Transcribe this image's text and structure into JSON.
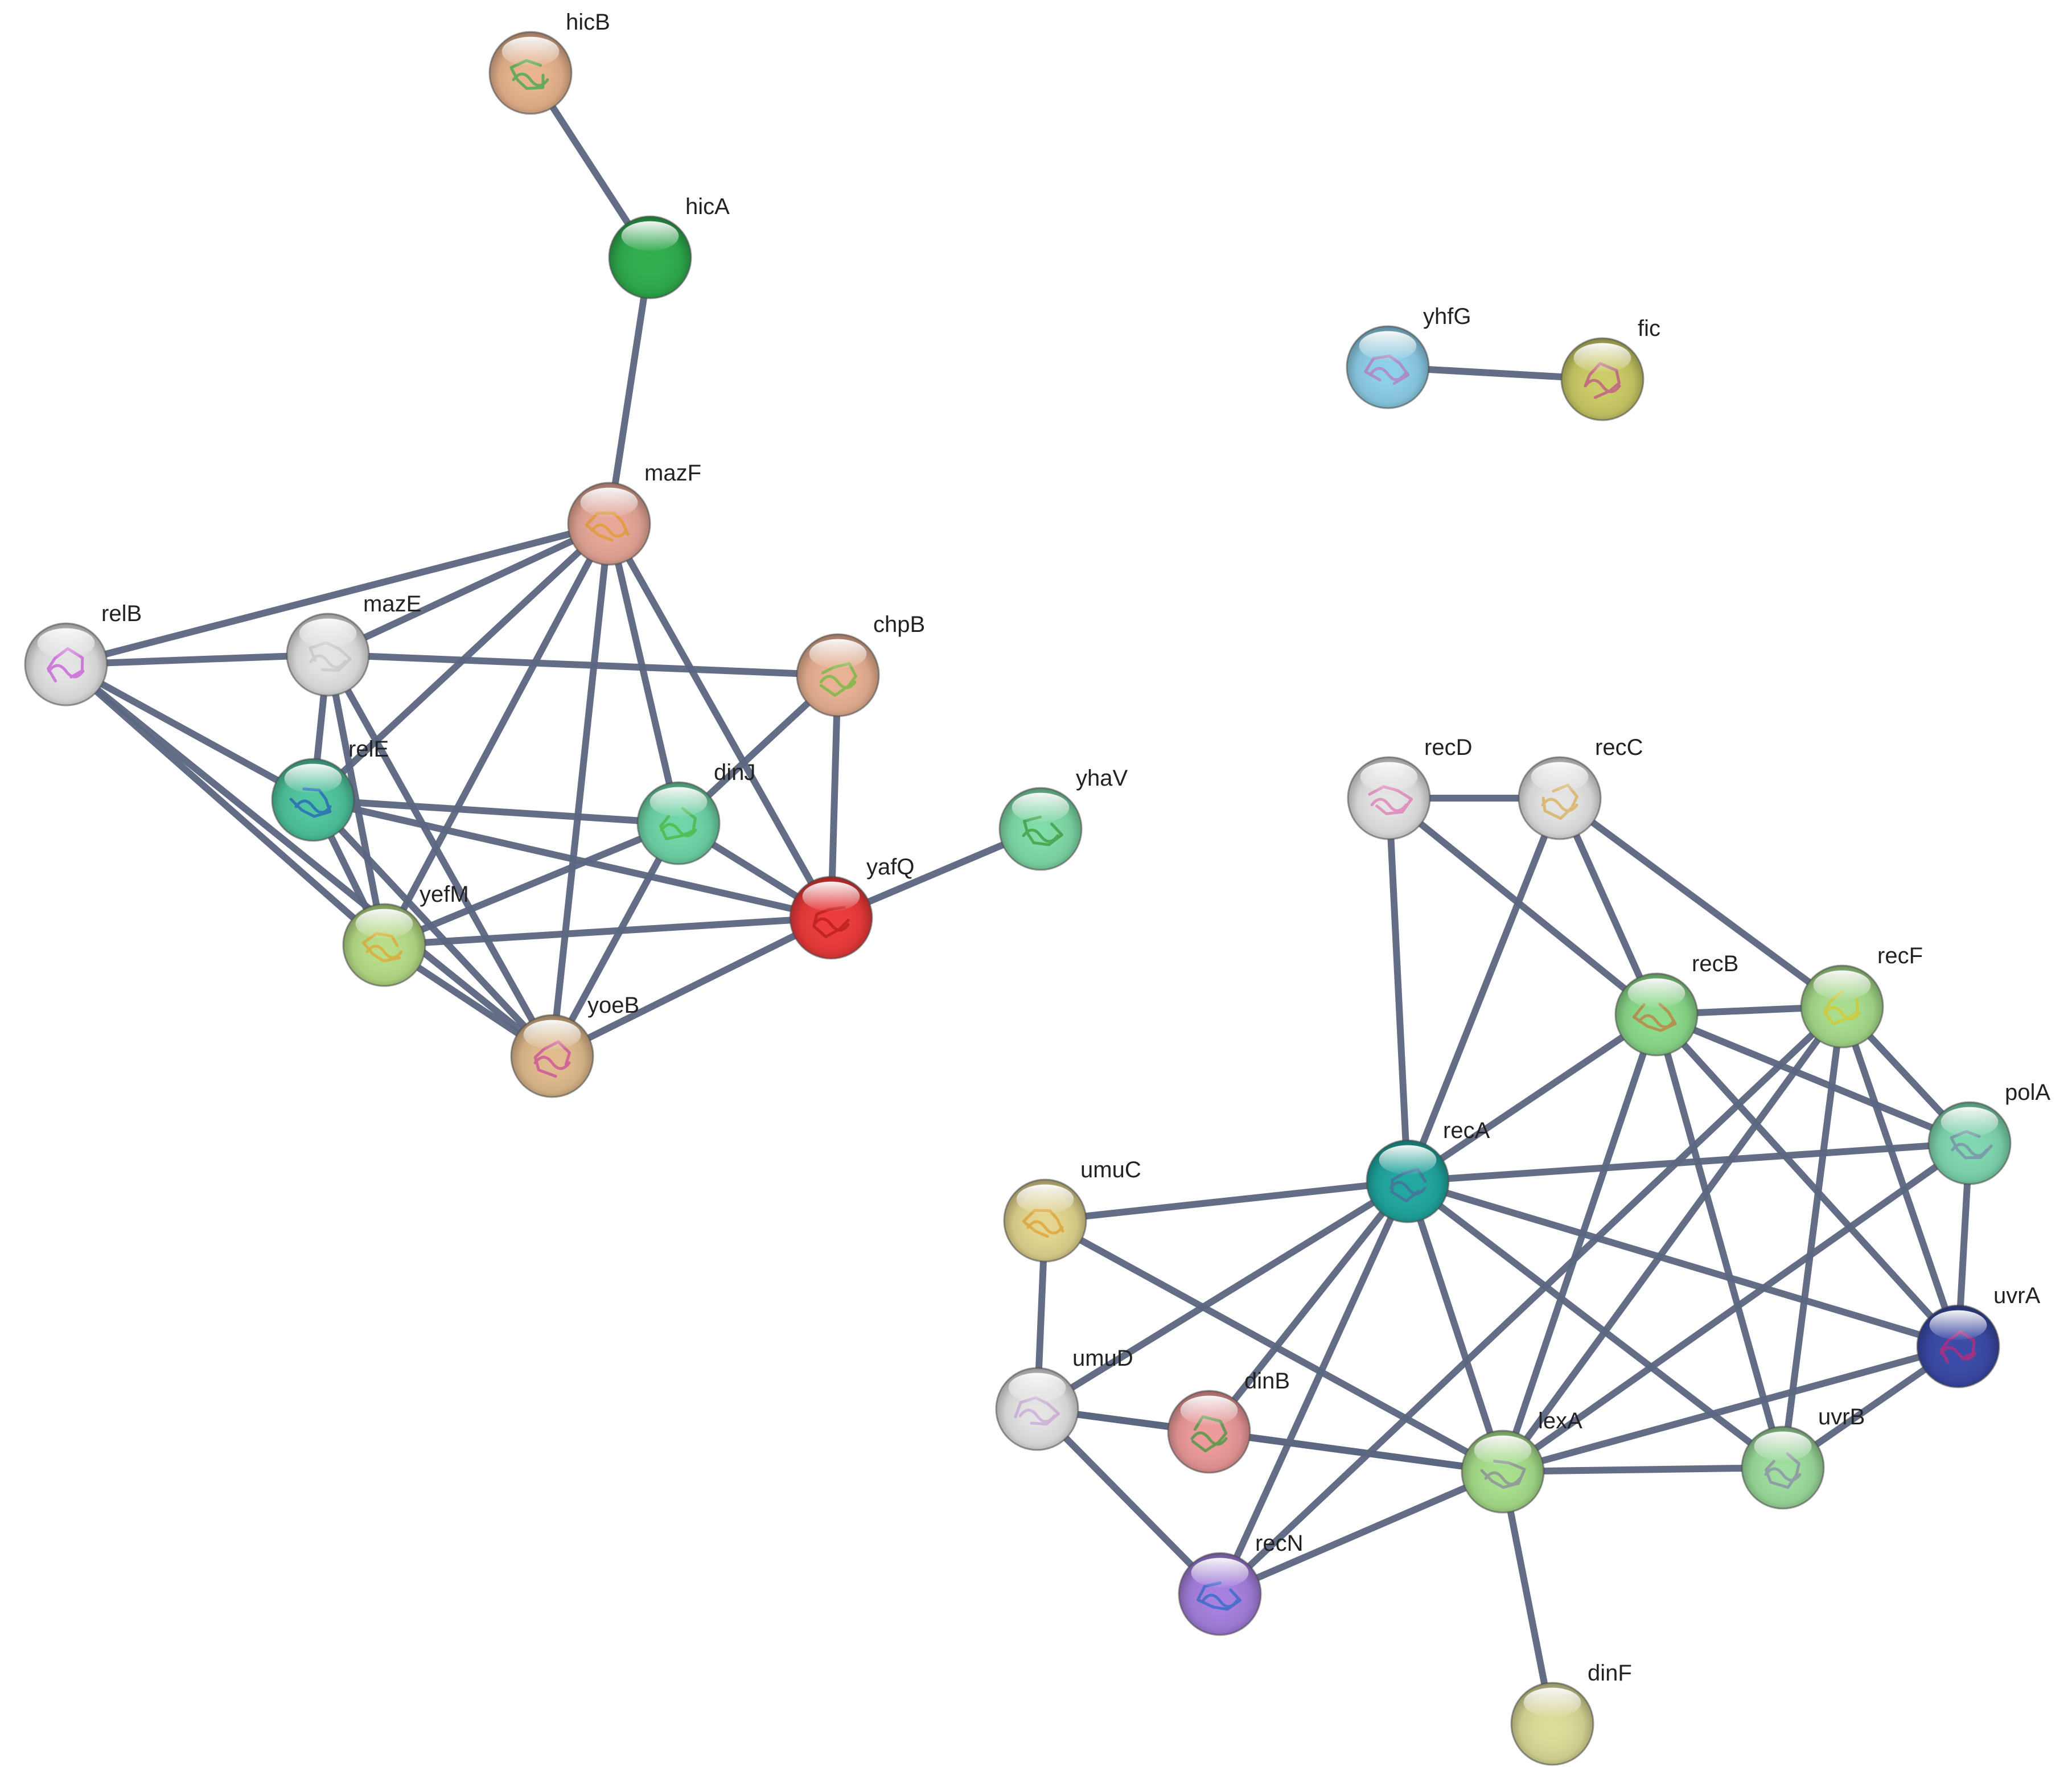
{
  "network": {
    "nodes": [
      {
        "id": "hicB",
        "label": "hicB",
        "color": "#e9b48e",
        "structure": "#3aa84a"
      },
      {
        "id": "hicA",
        "label": "hicA",
        "color": "#2fae4e",
        "structure": ""
      },
      {
        "id": "mazF",
        "label": "mazF",
        "color": "#e8a898",
        "structure": "#e39a2c"
      },
      {
        "id": "relB",
        "label": "relB",
        "color": "#e4e4e4",
        "structure": "#cc55dd"
      },
      {
        "id": "mazE",
        "label": "mazE",
        "color": "#e4e4e4",
        "structure": "#c8c8c8"
      },
      {
        "id": "chpB",
        "label": "chpB",
        "color": "#eab293",
        "structure": "#6dbb3a"
      },
      {
        "id": "relE",
        "label": "relE",
        "color": "#4fc6a0",
        "structure": "#1f5fb8"
      },
      {
        "id": "dinJ",
        "label": "dinJ",
        "color": "#6fd6a8",
        "structure": "#46b83a"
      },
      {
        "id": "yhaV",
        "label": "yhaV",
        "color": "#7fdca8",
        "structure": "#3a9a3a"
      },
      {
        "id": "yafQ",
        "label": "yafQ",
        "color": "#ee3a3a",
        "structure": "#b81818"
      },
      {
        "id": "yefM",
        "label": "yefM",
        "color": "#b8de88",
        "structure": "#e3a62c"
      },
      {
        "id": "yoeB",
        "label": "yoeB",
        "color": "#e2bc8e",
        "structure": "#cc4a9a"
      },
      {
        "id": "yhfG",
        "label": "yhfG",
        "color": "#8ed0ea",
        "structure": "#b87ac0"
      },
      {
        "id": "fic",
        "label": "fic",
        "color": "#cccc66",
        "structure": "#c0508a"
      },
      {
        "id": "recD",
        "label": "recD",
        "color": "#e4e4e4",
        "structure": "#e07ab8"
      },
      {
        "id": "recC",
        "label": "recC",
        "color": "#e4e4e4",
        "structure": "#d8b050"
      },
      {
        "id": "recB",
        "label": "recB",
        "color": "#8cdc8c",
        "structure": "#c47a3a"
      },
      {
        "id": "recF",
        "label": "recF",
        "color": "#a8de8c",
        "structure": "#d8c82c"
      },
      {
        "id": "polA",
        "label": "polA",
        "color": "#7fd8b0",
        "structure": "#7a8aa8"
      },
      {
        "id": "recA",
        "label": "recA",
        "color": "#1fa8a0",
        "structure": "#4a6a9a"
      },
      {
        "id": "umuC",
        "label": "umuC",
        "color": "#e4d690",
        "structure": "#e0a030"
      },
      {
        "id": "uvrA",
        "label": "uvrA",
        "color": "#3a4aa8",
        "structure": "#c0287a"
      },
      {
        "id": "umuD",
        "label": "umuD",
        "color": "#e4e4e4",
        "structure": "#c8a8d8"
      },
      {
        "id": "dinB",
        "label": "dinB",
        "color": "#ee9a9a",
        "structure": "#3a9a3a"
      },
      {
        "id": "lexA",
        "label": "lexA",
        "color": "#a8e08c",
        "structure": "#8a8a9a"
      },
      {
        "id": "uvrB",
        "label": "uvrB",
        "color": "#9ede9e",
        "structure": "#8a8aa8"
      },
      {
        "id": "recN",
        "label": "recN",
        "color": "#a680e0",
        "structure": "#2a68c8"
      },
      {
        "id": "dinF",
        "label": "dinF",
        "color": "#dcdc98",
        "structure": ""
      }
    ],
    "edges": [
      [
        "hicB",
        "hicA"
      ],
      [
        "hicA",
        "mazF"
      ],
      [
        "mazF",
        "relB"
      ],
      [
        "mazF",
        "mazE"
      ],
      [
        "mazF",
        "relE"
      ],
      [
        "mazF",
        "dinJ"
      ],
      [
        "mazF",
        "yafQ"
      ],
      [
        "mazF",
        "yefM"
      ],
      [
        "mazF",
        "yoeB"
      ],
      [
        "relB",
        "mazE"
      ],
      [
        "relB",
        "relE"
      ],
      [
        "relB",
        "yefM"
      ],
      [
        "relB",
        "yoeB"
      ],
      [
        "mazE",
        "chpB"
      ],
      [
        "mazE",
        "relE"
      ],
      [
        "mazE",
        "yefM"
      ],
      [
        "mazE",
        "yoeB"
      ],
      [
        "chpB",
        "dinJ"
      ],
      [
        "chpB",
        "yafQ"
      ],
      [
        "relE",
        "dinJ"
      ],
      [
        "relE",
        "yafQ"
      ],
      [
        "relE",
        "yefM"
      ],
      [
        "relE",
        "yoeB"
      ],
      [
        "dinJ",
        "yafQ"
      ],
      [
        "dinJ",
        "yefM"
      ],
      [
        "dinJ",
        "yoeB"
      ],
      [
        "yafQ",
        "yhaV"
      ],
      [
        "yafQ",
        "yefM"
      ],
      [
        "yafQ",
        "yoeB"
      ],
      [
        "yefM",
        "yoeB"
      ],
      [
        "yhfG",
        "fic"
      ],
      [
        "recD",
        "recC"
      ],
      [
        "recD",
        "recB"
      ],
      [
        "recD",
        "recA"
      ],
      [
        "recC",
        "recB"
      ],
      [
        "recC",
        "recF"
      ],
      [
        "recC",
        "recA"
      ],
      [
        "recB",
        "recF"
      ],
      [
        "recB",
        "polA"
      ],
      [
        "recB",
        "recA"
      ],
      [
        "recB",
        "uvrA"
      ],
      [
        "recB",
        "uvrB"
      ],
      [
        "recB",
        "lexA"
      ],
      [
        "recF",
        "polA"
      ],
      [
        "recF",
        "uvrA"
      ],
      [
        "recF",
        "uvrB"
      ],
      [
        "recF",
        "lexA"
      ],
      [
        "recF",
        "recN"
      ],
      [
        "polA",
        "recA"
      ],
      [
        "polA",
        "uvrA"
      ],
      [
        "polA",
        "lexA"
      ],
      [
        "recA",
        "umuC"
      ],
      [
        "recA",
        "umuD"
      ],
      [
        "recA",
        "dinB"
      ],
      [
        "recA",
        "lexA"
      ],
      [
        "recA",
        "recN"
      ],
      [
        "recA",
        "uvrA"
      ],
      [
        "recA",
        "uvrB"
      ],
      [
        "umuC",
        "umuD"
      ],
      [
        "umuC",
        "lexA"
      ],
      [
        "umuD",
        "dinB"
      ],
      [
        "umuD",
        "recN"
      ],
      [
        "umuD",
        "lexA"
      ],
      [
        "dinB",
        "lexA"
      ],
      [
        "lexA",
        "uvrB"
      ],
      [
        "lexA",
        "uvrA"
      ],
      [
        "lexA",
        "recN"
      ],
      [
        "lexA",
        "dinF"
      ],
      [
        "uvrB",
        "uvrA"
      ]
    ]
  }
}
